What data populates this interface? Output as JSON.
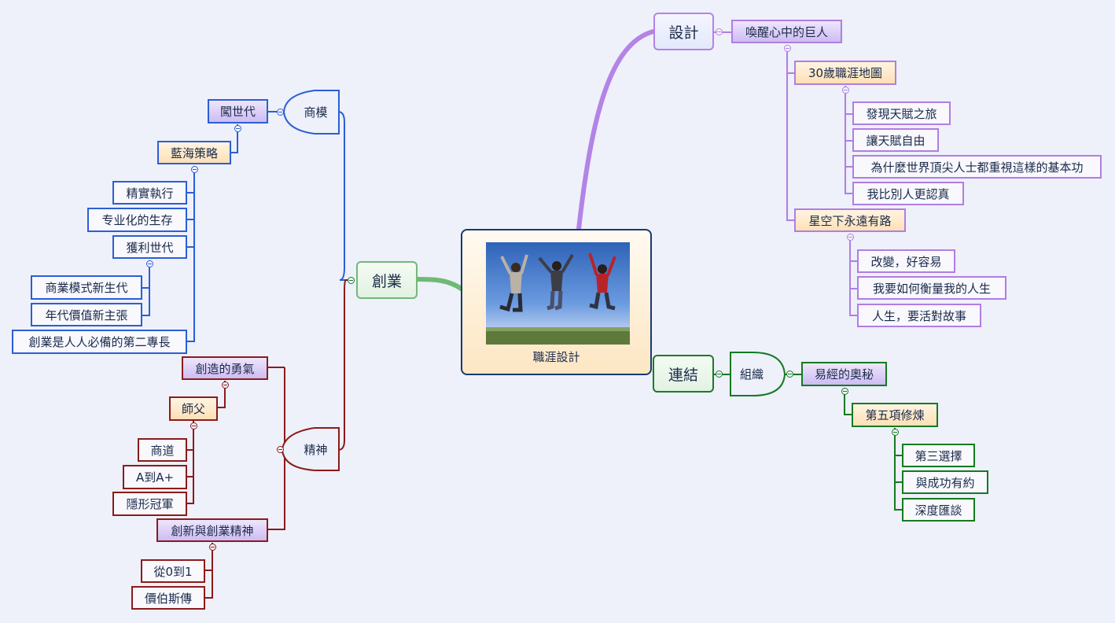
{
  "central": {
    "label": "職涯設計"
  },
  "design": {
    "label": "設計",
    "child": "喚醒心中的巨人",
    "book1": "30歲職涯地圖",
    "book1_items": [
      "發現天賦之旅",
      "讓天賦自由",
      "為什麼世界頂尖人士都重視這樣的基本功",
      "我比別人更認真"
    ],
    "book2": "星空下永遠有路",
    "book2_items": [
      "改變，好容易",
      "我要如何衡量我的人生",
      "人生，要活對故事"
    ]
  },
  "connect": {
    "label": "連結",
    "org": "組織",
    "child": "易經的奧秘",
    "sub": "第五項修煉",
    "sub_items": [
      "第三選擇",
      "與成功有約",
      "深度匯談"
    ]
  },
  "startup": {
    "label": "創業",
    "biz": {
      "label": "商模",
      "child": "闖世代",
      "sub": "藍海策略",
      "items": [
        "精實執行",
        "专业化的生存",
        "獲利世代"
      ],
      "profit_items": [
        "商業模式新生代",
        "年代價值新主張"
      ],
      "last": "創業是人人必備的第二專長"
    },
    "spirit": {
      "label": "精神",
      "courage": "創造的勇氣",
      "mentor": "師父",
      "mentor_items": [
        "商道",
        "A到A+",
        "隱形冠軍"
      ],
      "innovation": "創新與創業精神",
      "innovation_items": [
        "從0到1",
        "價伯斯傳"
      ]
    }
  },
  "colors": {
    "design": "#b383e6",
    "connect": "#1c7a2c",
    "biz": "#2a5fd6",
    "spirit": "#8b1b1b",
    "central_border": "#153b70",
    "startup_branch": "#6fba74"
  }
}
